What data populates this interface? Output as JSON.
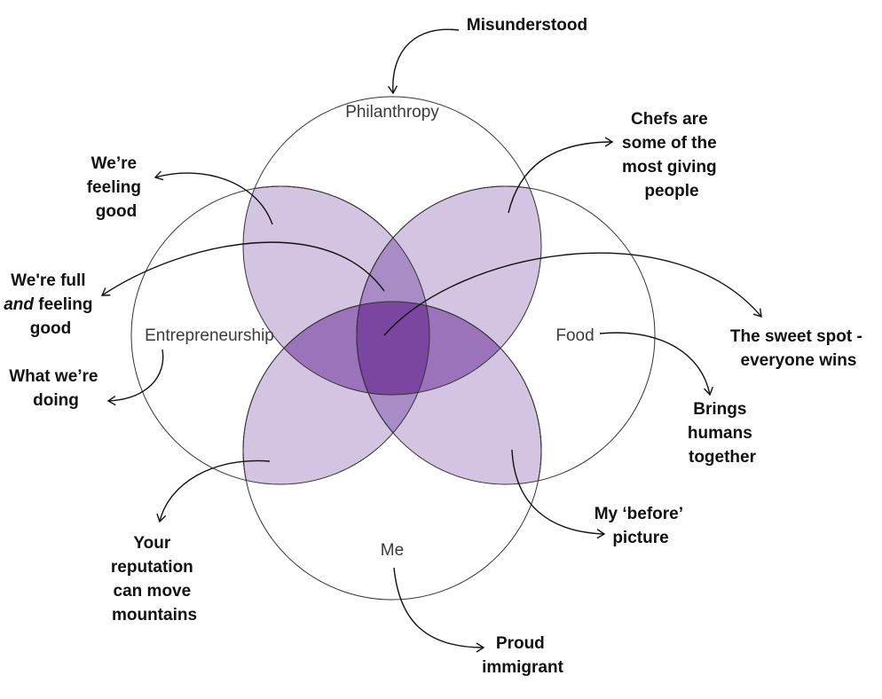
{
  "diagram": {
    "sets": [
      {
        "id": "philanthropy",
        "label": "Philanthropy"
      },
      {
        "id": "entrepreneurship",
        "label": "Entrepreneurship"
      },
      {
        "id": "food",
        "label": "Food"
      },
      {
        "id": "me",
        "label": "Me"
      }
    ],
    "annotations": [
      {
        "id": "misunderstood",
        "lines": [
          "Misunderstood"
        ]
      },
      {
        "id": "chefs",
        "lines": [
          "Chefs are",
          "some of the",
          "most giving",
          "people"
        ]
      },
      {
        "id": "feeling-good",
        "lines": [
          "We’re",
          "feeling",
          "good"
        ]
      },
      {
        "id": "full-feeling-good",
        "lines": [
          "We're full",
          "and feeling",
          "good"
        ],
        "emphasis": "and"
      },
      {
        "id": "what-doing",
        "lines": [
          "What we’re",
          "doing"
        ]
      },
      {
        "id": "sweet-spot",
        "lines": [
          "The sweet spot -",
          "everyone wins"
        ]
      },
      {
        "id": "brings-humans",
        "lines": [
          "Brings",
          "humans",
          "together"
        ]
      },
      {
        "id": "before-picture",
        "lines": [
          "My ‘before’",
          "picture"
        ]
      },
      {
        "id": "reputation",
        "lines": [
          "Your",
          "reputation",
          "can move",
          "mountains"
        ]
      },
      {
        "id": "immigrant",
        "lines": [
          "Proud",
          "immigrant"
        ]
      }
    ],
    "colors": {
      "petal": "#d3c4e2",
      "pair_overlap": "#a98bc6",
      "triple_overlap": "#9b73bb",
      "center": "#7a46a0",
      "circle_stroke": "#333333",
      "text": "#111111"
    }
  }
}
